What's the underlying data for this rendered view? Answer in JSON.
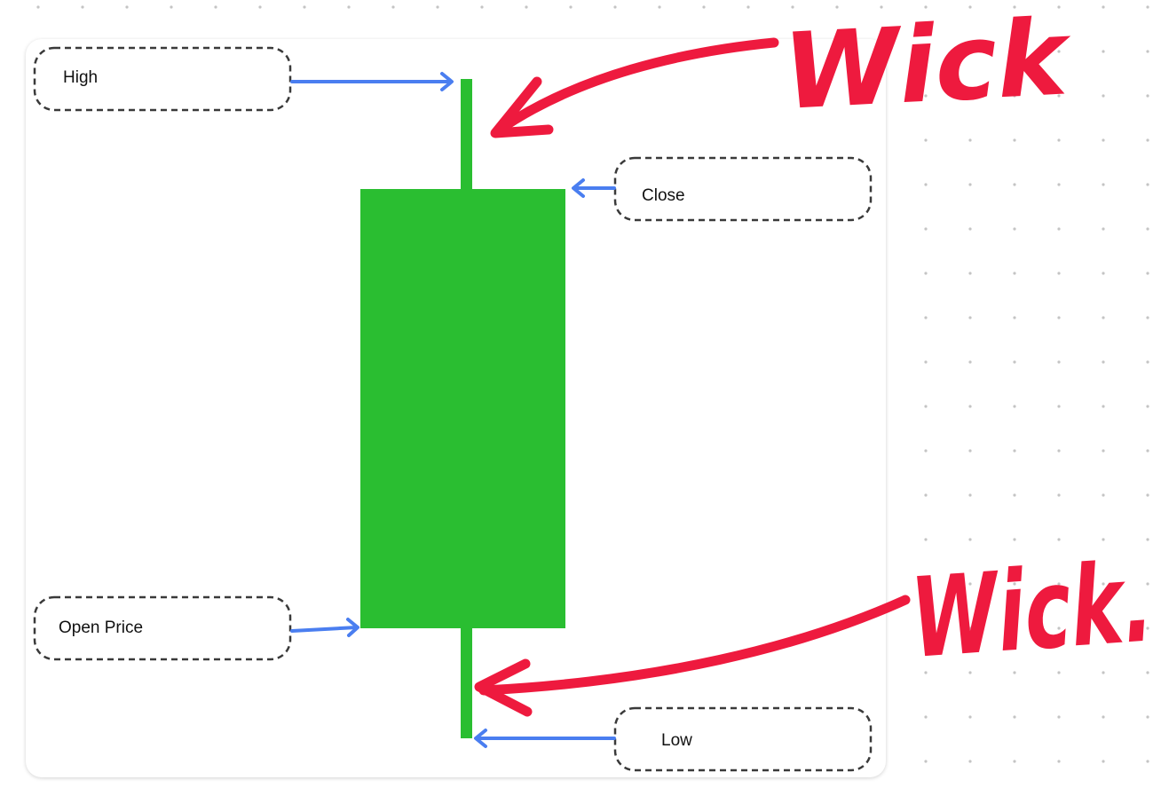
{
  "diagram": {
    "labels": {
      "high": "High",
      "close": "Close",
      "open": "Open Price",
      "low": "Low"
    },
    "annotations": {
      "top_wick": "Wick",
      "bottom_wick": "Wick."
    }
  },
  "colors": {
    "candle_body": "#2abe31",
    "wick": "#2abe31",
    "pointer_arrow": "#4a7ef0",
    "annotation": "#ee1a3e",
    "callout_border": "#3a3a3a",
    "canvas_dots": "#c4c4c4"
  },
  "icons": {
    "pointer": "arrow-right-icon",
    "annotation_pointer": "hand-drawn-arrow-icon"
  }
}
